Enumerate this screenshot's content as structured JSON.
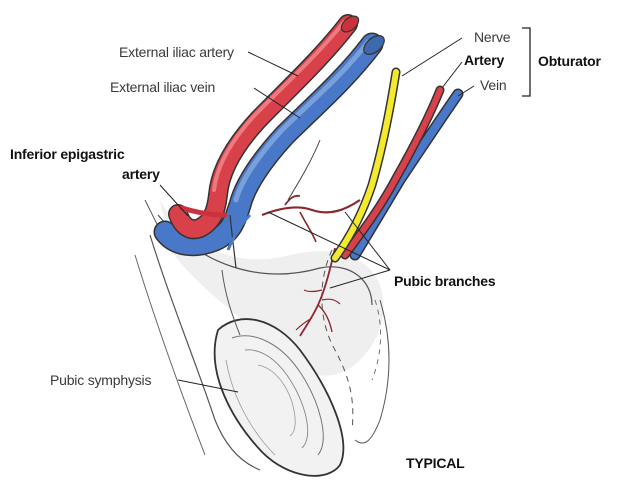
{
  "labels": {
    "external_iliac_artery": "External iliac artery",
    "external_iliac_vein": "External iliac vein",
    "inferior_epigastric_line1": "Inferior epigastric",
    "inferior_epigastric_line2": "artery",
    "nerve": "Nerve",
    "artery": "Artery",
    "vein": "Vein",
    "obturator": "Obturator",
    "pubic_branches": "Pubic branches",
    "pubic_symphysis": "Pubic symphysis",
    "variant": "TYPICAL"
  },
  "colors": {
    "artery": "#d8404a",
    "vein": "#4a78c8",
    "nerve": "#f3ea2e",
    "outline": "#333333",
    "bone_shade": "#eeeeee"
  }
}
